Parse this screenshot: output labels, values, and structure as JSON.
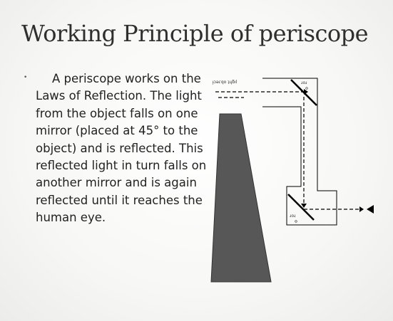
{
  "slide": {
    "title": "Working Principle of periscope",
    "body": "A periscope works on the Laws of Reflection. The light from the object falls on one mirror (placed at 45° to the object) and is reflected. This reflected light in turn falls on another mirror and is again reflected until it reaches the human eye."
  },
  "diagram": {
    "label_object": "ɟɔǝɾqo ʇɥƃıl",
    "label_top_mirror": "ɹoɹ",
    "label_bottom_mirror": "ɹoɹ",
    "colors": {
      "tower_fill": "#575757",
      "line": "#000000"
    }
  }
}
